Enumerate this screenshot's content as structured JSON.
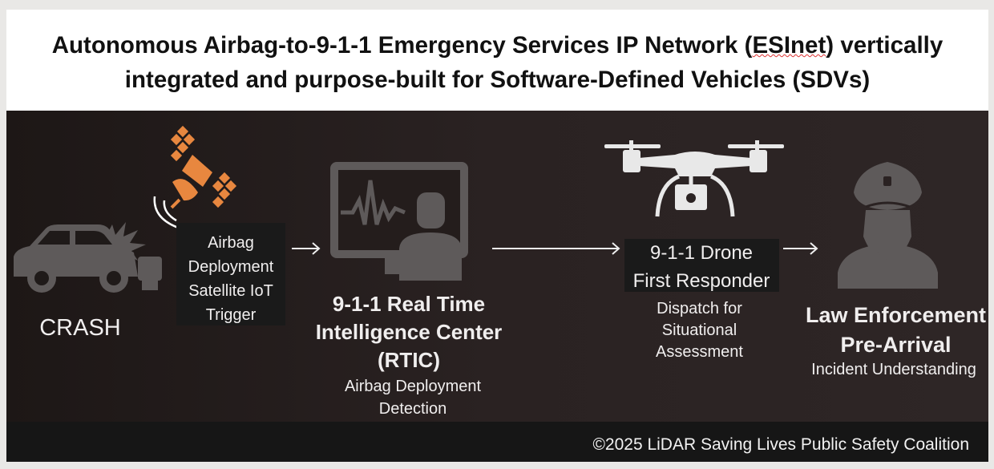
{
  "title": {
    "line1_a": "Autonomous Airbag-to-9-1-1 Emergency Services IP Network (",
    "line1_u": "ESInet",
    "line1_b": ") vertically",
    "line2": "integrated and purpose-built for Software-Defined Vehicles (SDVs)"
  },
  "steps": {
    "crash": {
      "label": "CRASH"
    },
    "trigger": {
      "lines": [
        "Airbag",
        "Deployment",
        "Satellite IoT",
        "Trigger"
      ]
    },
    "rtic": {
      "title": [
        "9-1-1 Real Time",
        "Intelligence Center",
        "(RTIC)"
      ],
      "sub": [
        "Airbag Deployment",
        "Detection"
      ]
    },
    "drone": {
      "title": [
        "9-1-1 Drone",
        "First Responder"
      ],
      "sub": [
        "Dispatch for",
        "Situational",
        "Assessment"
      ]
    },
    "law": {
      "title": [
        "Law Enforcement",
        "Pre-Arrival"
      ],
      "sub": "Incident Understanding"
    }
  },
  "colors": {
    "accent": "#e8873f",
    "icon_gray": "#5e5a5a",
    "drone": "#e8e8e8"
  },
  "footer": "©2025 LiDAR Saving Lives Public Safety Coalition"
}
